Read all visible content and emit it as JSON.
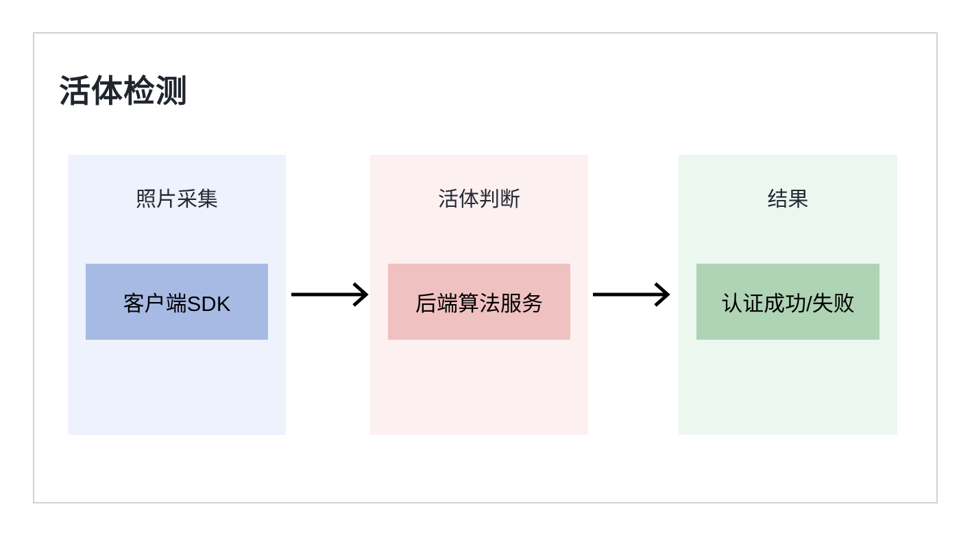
{
  "page": {
    "title": "活体检测"
  },
  "colors": {
    "frame_border": "#d1d1d1",
    "title_text": "#20252e",
    "label_text": "#252a33",
    "node_text": "#252a33",
    "arrow": "#000000",
    "panel_photo_bg": "#edf2fc",
    "panel_liveness_bg": "#fdf0f0",
    "panel_result_bg": "#ecf7f0",
    "node_sdk_bg": "#a7bae3",
    "node_backend_bg": "#f0c1c1",
    "node_result_bg": "#afd3b5"
  },
  "flow": {
    "stages": [
      {
        "label": "照片采集",
        "node": "客户端SDK",
        "panel_bg": "#edf2fc",
        "node_bg": "#a7bae3"
      },
      {
        "label": "活体判断",
        "node": "后端算法服务",
        "panel_bg": "#fdf0f0",
        "node_bg": "#f0c1c1"
      },
      {
        "label": "结果",
        "node": "认证成功/失败",
        "panel_bg": "#ecf7f0",
        "node_bg": "#afd3b5"
      }
    ]
  }
}
